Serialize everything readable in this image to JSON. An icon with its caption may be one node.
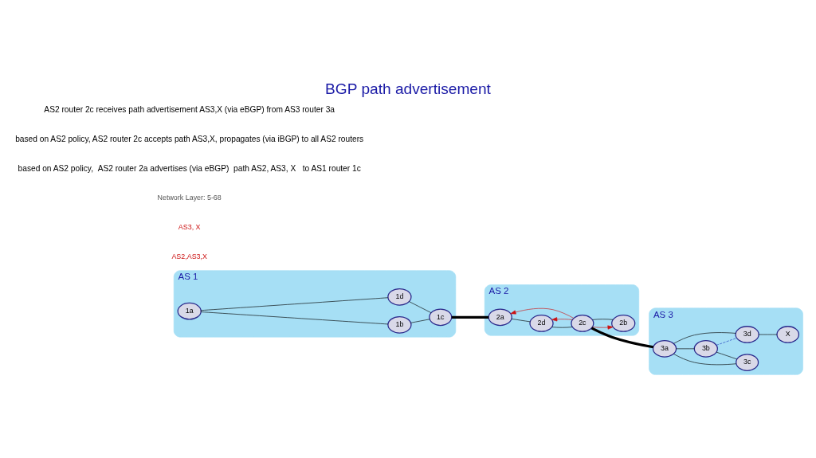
{
  "diagram": {
    "title": "BGP path advertisement",
    "nodes": [
      {
        "text": [
          "AS 1"
        ]
      },
      {
        "text": [
          "1a"
        ],
        "in": 0
      },
      {
        "text": [
          "1b"
        ],
        "in": 0
      },
      {
        "text": [
          "1c"
        ],
        "in": 0
      },
      {
        "text": [
          "1d"
        ],
        "in": 0
      },
      {
        "text": [
          "AS 2"
        ]
      },
      {
        "text": [
          "2a"
        ],
        "in": 5
      },
      {
        "text": [
          "2b"
        ],
        "in": 5
      },
      {
        "text": [
          "2c"
        ],
        "in": 5
      },
      {
        "text": [
          "2d"
        ],
        "in": 5
      },
      {
        "text": [
          "AS 3"
        ]
      },
      {
        "text": [
          "3a"
        ],
        "in": 10
      },
      {
        "text": [
          "3b"
        ],
        "in": 10
      },
      {
        "text": [
          "3c"
        ],
        "in": 10
      },
      {
        "text": [
          "3d"
        ],
        "in": 10
      },
      {
        "text": [
          "X"
        ],
        "in": 10
      }
    ],
    "edges": [
      {
        "from": 1,
        "to": 2,
        "arrow": "none"
      },
      {
        "from": 2,
        "to": 3,
        "arrow": "none"
      },
      {
        "from": 1,
        "to": 4,
        "arrow": "none"
      },
      {
        "from": 4,
        "to": 3,
        "arrow": "none"
      },
      {
        "from": 3,
        "to": 6,
        "arrow": "none",
        "style": "thick"
      },
      {
        "from": 6,
        "to": 9,
        "arrow": "none"
      },
      {
        "from": 9,
        "to": 8,
        "arrow": "none"
      },
      {
        "from": 7,
        "to": 8,
        "arrow": "none"
      },
      {
        "from": 8,
        "to": 7,
        "arrow": "to",
        "color": "#cc1111"
      },
      {
        "from": 8,
        "to": 6,
        "arrow": "to",
        "color": "#cc1111"
      },
      {
        "from": 8,
        "to": 9,
        "arrow": "to",
        "color": "#cc1111"
      },
      {
        "from": 8,
        "to": 11,
        "arrow": "none",
        "style": "thick"
      },
      {
        "from": 11,
        "to": 12,
        "arrow": "none"
      },
      {
        "from": 11,
        "to": 13,
        "arrow": "none"
      },
      {
        "from": 11,
        "to": 14,
        "arrow": "none"
      },
      {
        "from": 12,
        "to": 13,
        "arrow": "none"
      },
      {
        "from": 12,
        "to": 14,
        "arrow": "none",
        "style": "dashed",
        "color": "#1f3fbf"
      },
      {
        "from": 14,
        "to": 15,
        "arrow": "none"
      }
    ],
    "labels": [
      "AS2,AS3,X",
      "AS3, X",
      "AS2 router 2c receives path advertisement AS3,X (via eBGP) from AS3 router 3a",
      "based on AS2 policy, AS2 router 2c accepts path AS3,X, propagates (via iBGP) to all AS2 routers",
      "based on AS2 policy,  AS2 router 2a advertises (via eBGP)  path AS2, AS3, X   to AS1 router 1c",
      "Network Layer: 5-68"
    ]
  }
}
